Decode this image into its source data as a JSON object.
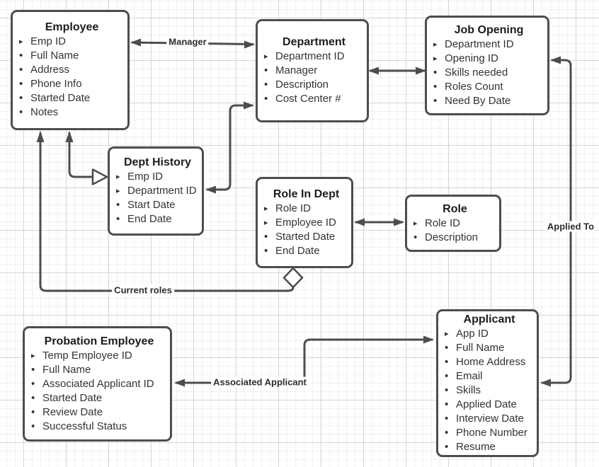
{
  "colors": {
    "line": "#4d4d4d",
    "box_border": "#4d4d4d",
    "box_fill": "#ffffff",
    "text": "#333333",
    "grid_minor": "#f0f0f0",
    "grid_major": "#d5d5d5"
  },
  "bullets": {
    "key": "▸",
    "dot": "•"
  },
  "entities": [
    {
      "id": "employee",
      "title": "Employee",
      "fields": [
        [
          "key",
          "Emp ID"
        ],
        [
          "dot",
          "Full Name"
        ],
        [
          "dot",
          "Address"
        ],
        [
          "dot",
          "Phone Info"
        ],
        [
          "dot",
          "Started Date"
        ],
        [
          "dot",
          "Notes"
        ]
      ]
    },
    {
      "id": "department",
      "title": "Department",
      "fields": [
        [
          "key",
          "Department ID"
        ],
        [
          "dot",
          "Manager"
        ],
        [
          "dot",
          "Description"
        ],
        [
          "dot",
          "Cost Center #"
        ]
      ]
    },
    {
      "id": "job_opening",
      "title": "Job Opening",
      "fields": [
        [
          "key",
          "Department ID"
        ],
        [
          "key",
          "Opening ID"
        ],
        [
          "dot",
          "Skills needed"
        ],
        [
          "dot",
          "Roles Count"
        ],
        [
          "dot",
          "Need By Date"
        ]
      ]
    },
    {
      "id": "dept_history",
      "title": "Dept History",
      "fields": [
        [
          "key",
          "Emp ID"
        ],
        [
          "key",
          "Department ID"
        ],
        [
          "dot",
          "Start Date"
        ],
        [
          "dot",
          "End Date"
        ]
      ]
    },
    {
      "id": "role_in_dept",
      "title": "Role In Dept",
      "fields": [
        [
          "key",
          "Role ID"
        ],
        [
          "key",
          "Employee ID"
        ],
        [
          "dot",
          "Started Date"
        ],
        [
          "dot",
          "End Date"
        ]
      ]
    },
    {
      "id": "role",
      "title": "Role",
      "fields": [
        [
          "key",
          "Role ID"
        ],
        [
          "dot",
          "Description"
        ]
      ]
    },
    {
      "id": "probation_employee",
      "title": "Probation Employee",
      "fields": [
        [
          "key",
          "Temp Employee ID"
        ],
        [
          "dot",
          "Full Name"
        ],
        [
          "dot",
          "Associated Applicant ID"
        ],
        [
          "dot",
          "Started Date"
        ],
        [
          "dot",
          "Review Date"
        ],
        [
          "dot",
          "Successful Status"
        ]
      ]
    },
    {
      "id": "applicant",
      "title": "Applicant",
      "fields": [
        [
          "key",
          "App ID"
        ],
        [
          "dot",
          "Full Name"
        ],
        [
          "dot",
          "Home Address"
        ],
        [
          "dot",
          "Email"
        ],
        [
          "dot",
          "Skills"
        ],
        [
          "dot",
          "Applied Date"
        ],
        [
          "dot",
          "Interview Date"
        ],
        [
          "dot",
          "Phone Number"
        ],
        [
          "dot",
          "Resume"
        ]
      ]
    }
  ],
  "connector_labels": {
    "manager": "Manager",
    "applied_to": "Applied To",
    "current_roles": "Current roles",
    "associated_applicant": "Associated Applicant"
  },
  "relationships": [
    {
      "from": "Employee",
      "to": "Department",
      "label": "Manager",
      "ends": "arrow-both"
    },
    {
      "from": "Department",
      "to": "Job Opening",
      "label": "",
      "ends": "arrow-both"
    },
    {
      "from": "Employee",
      "to": "Dept History",
      "label": "",
      "ends": "arrow-at-employee, hollow-triangle-at-dept-history"
    },
    {
      "from": "Dept History",
      "to": "Department",
      "label": "",
      "ends": "arrow-both"
    },
    {
      "from": "Role In Dept",
      "to": "Role",
      "label": "",
      "ends": "arrow-both"
    },
    {
      "from": "Role In Dept",
      "to": "Employee",
      "label": "Current roles",
      "ends": "diamond-at-role-in-dept, arrow-at-employee"
    },
    {
      "from": "Job Opening",
      "to": "Applicant",
      "label": "Applied To",
      "ends": "arrow-both"
    },
    {
      "from": "Applicant",
      "to": "Probation Employee",
      "label": "Associated Applicant",
      "ends": "arrow-both"
    }
  ]
}
